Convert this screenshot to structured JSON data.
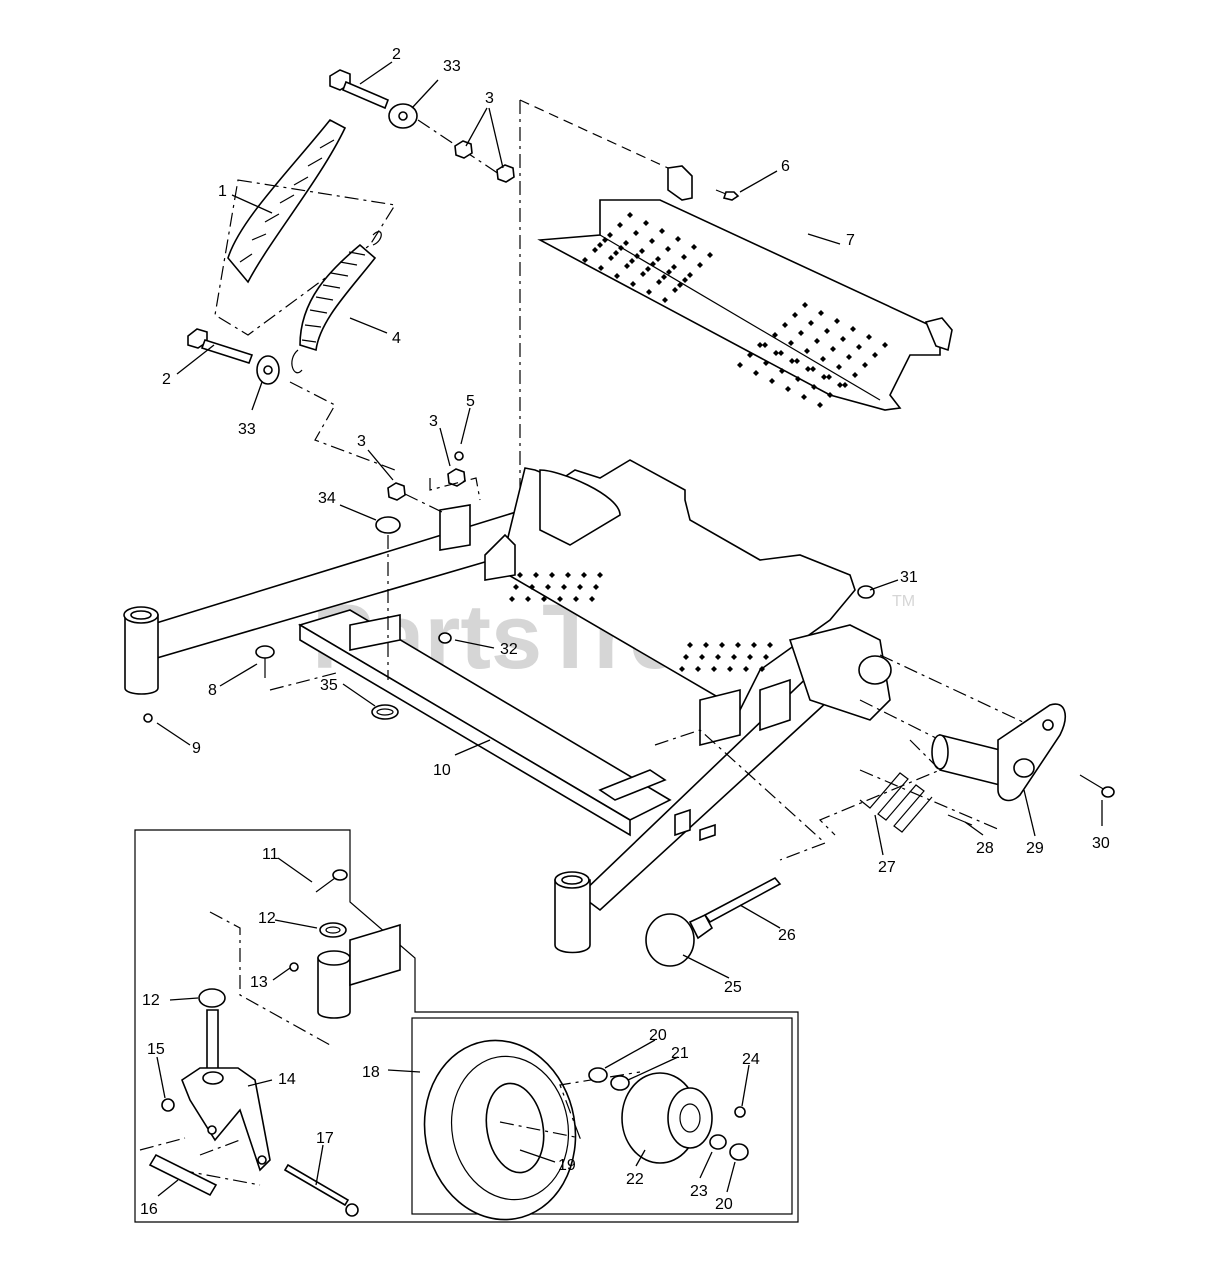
{
  "watermark": {
    "text": "PartsTree",
    "tm": "TM"
  },
  "callouts": [
    {
      "id": "2a",
      "label": "2"
    },
    {
      "id": "33a",
      "label": "33"
    },
    {
      "id": "3a",
      "label": "3"
    },
    {
      "id": "1",
      "label": "1"
    },
    {
      "id": "6",
      "label": "6"
    },
    {
      "id": "7",
      "label": "7"
    },
    {
      "id": "4",
      "label": "4"
    },
    {
      "id": "2b",
      "label": "2"
    },
    {
      "id": "33b",
      "label": "33"
    },
    {
      "id": "5",
      "label": "5"
    },
    {
      "id": "3b",
      "label": "3"
    },
    {
      "id": "3c",
      "label": "3"
    },
    {
      "id": "34",
      "label": "34"
    },
    {
      "id": "31",
      "label": "31"
    },
    {
      "id": "32",
      "label": "32"
    },
    {
      "id": "8",
      "label": "8"
    },
    {
      "id": "35",
      "label": "35"
    },
    {
      "id": "9",
      "label": "9"
    },
    {
      "id": "10",
      "label": "10"
    },
    {
      "id": "28",
      "label": "28"
    },
    {
      "id": "29",
      "label": "29"
    },
    {
      "id": "30",
      "label": "30"
    },
    {
      "id": "27",
      "label": "27"
    },
    {
      "id": "11",
      "label": "11"
    },
    {
      "id": "26",
      "label": "26"
    },
    {
      "id": "12a",
      "label": "12"
    },
    {
      "id": "13",
      "label": "13"
    },
    {
      "id": "25",
      "label": "25"
    },
    {
      "id": "12b",
      "label": "12"
    },
    {
      "id": "20a",
      "label": "20"
    },
    {
      "id": "21",
      "label": "21"
    },
    {
      "id": "24",
      "label": "24"
    },
    {
      "id": "18",
      "label": "18"
    },
    {
      "id": "15",
      "label": "15"
    },
    {
      "id": "14",
      "label": "14"
    },
    {
      "id": "17",
      "label": "17"
    },
    {
      "id": "19",
      "label": "19"
    },
    {
      "id": "22",
      "label": "22"
    },
    {
      "id": "23",
      "label": "23"
    },
    {
      "id": "20b",
      "label": "20"
    },
    {
      "id": "16",
      "label": "16"
    }
  ]
}
